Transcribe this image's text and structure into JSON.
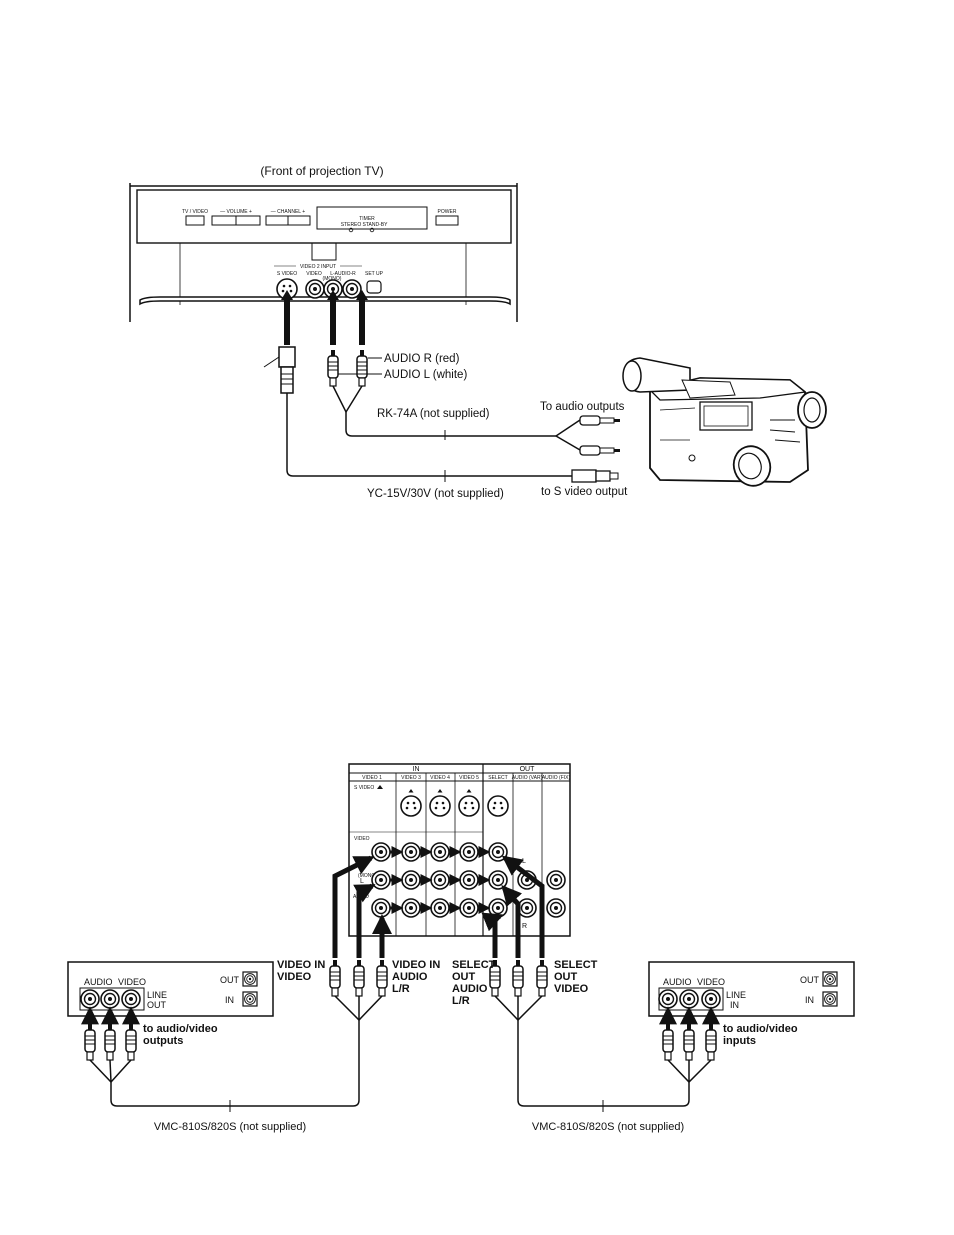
{
  "top_diagram": {
    "caption": "(Front of projection TV)",
    "panel": {
      "tv_video": "TV / VIDEO",
      "volume": "— VOLUME +",
      "channel": "— CHANNEL +",
      "timer": "TIMER",
      "stereo": "STEREO",
      "standby": "STAND-BY",
      "power": "POWER",
      "video2_input": "VIDEO 2 INPUT",
      "s_video": "S VIDEO",
      "video": "VIDEO",
      "audio_lr": "L-AUDIO-R",
      "mono": "(MONO)",
      "setup": "SET UP"
    },
    "labels": {
      "audio_r": "AUDIO R (red)",
      "audio_l": "AUDIO L (white)",
      "rk74a": "RK-74A (not supplied)",
      "to_audio_outputs": "To audio outputs",
      "yc15v": "YC-15V/30V (not supplied)",
      "to_s_video_output": "to S video output"
    }
  },
  "bottom_diagram": {
    "panel": {
      "in": "IN",
      "out": "OUT",
      "columns": [
        "VIDEO 1",
        "VIDEO 3",
        "VIDEO 4",
        "VIDEO 5",
        "SELECT",
        "AUDIO (VAR)",
        "AUDIO (FIX)"
      ],
      "s_video": "S VIDEO",
      "video": "VIDEO",
      "mono": "(MONO)",
      "l": "L",
      "audio": "AUDIO",
      "r": "R"
    },
    "left_vcr": {
      "audio": "AUDIO",
      "video": "VIDEO",
      "line": "LINE",
      "out_sub": "OUT",
      "out": "OUT",
      "in": "IN"
    },
    "right_vcr": {
      "audio": "AUDIO",
      "video": "VIDEO",
      "line": "LINE",
      "in_sub": "IN",
      "out": "OUT",
      "in": "IN"
    },
    "labels": {
      "video_in_video_1": "VIDEO IN",
      "video_in_video_2": "VIDEO",
      "video_in_audio_1": "VIDEO IN",
      "video_in_audio_2": "AUDIO",
      "video_in_audio_3": "L/R",
      "select_out_audio_1": "SELECT",
      "select_out_audio_2": "OUT",
      "select_out_audio_3": "AUDIO",
      "select_out_audio_4": "L/R",
      "select_out_video_1": "SELECT",
      "select_out_video_2": "OUT",
      "select_out_video_3": "VIDEO",
      "to_av_outputs_1": "to audio/video",
      "to_av_outputs_2": "outputs",
      "to_av_inputs_1": "to audio/video",
      "to_av_inputs_2": "inputs",
      "vmc_left": "VMC-810S/820S (not supplied)",
      "vmc_right": "VMC-810S/820S (not supplied)"
    }
  }
}
